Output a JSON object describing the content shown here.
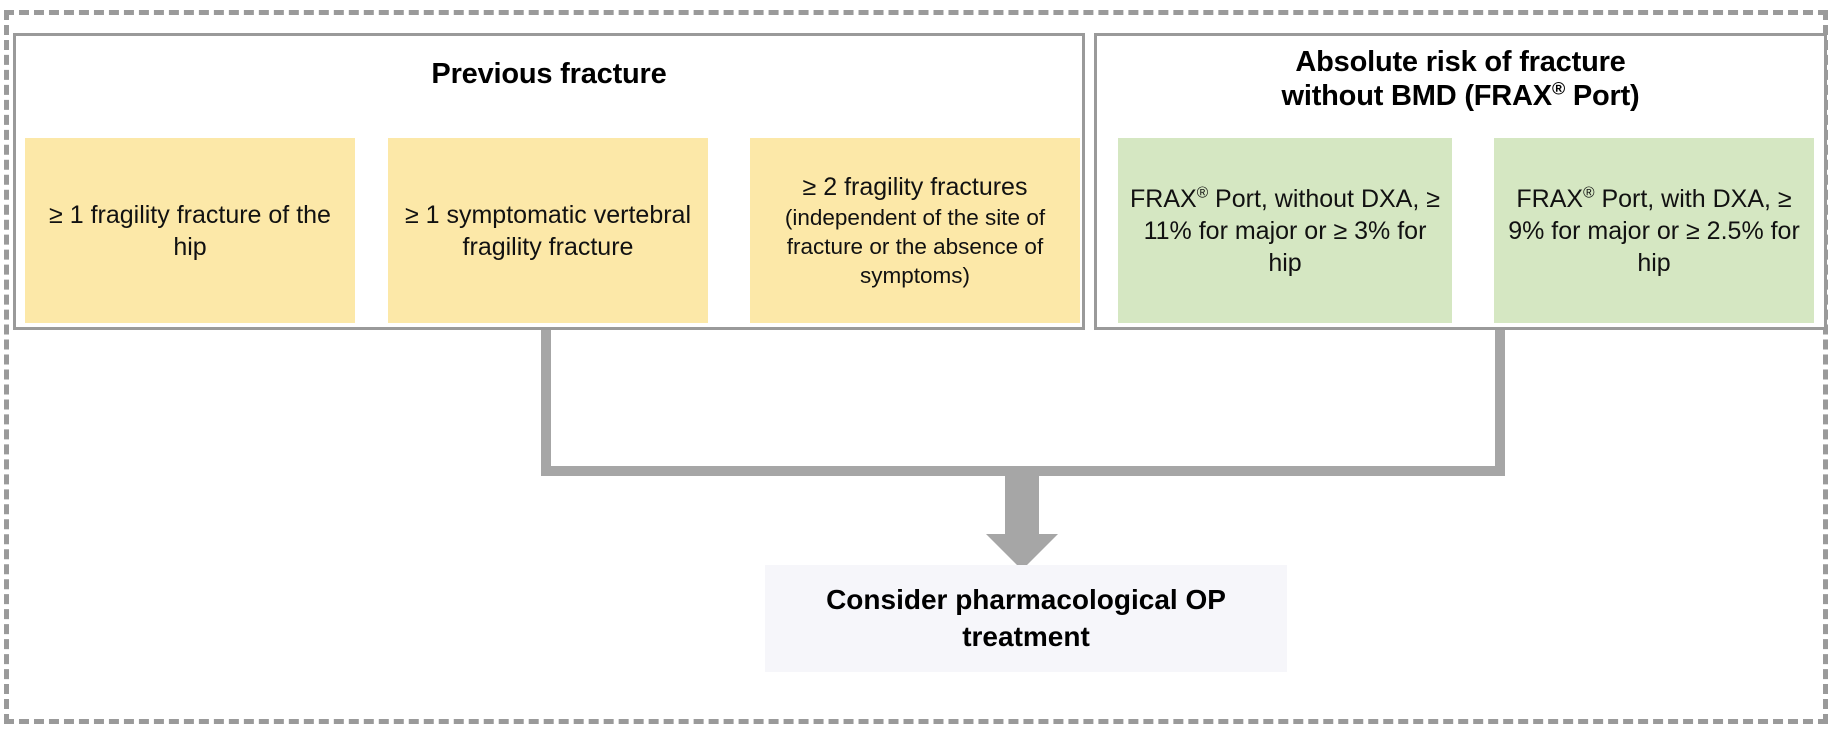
{
  "diagram": {
    "type": "clinical-decision-flowchart",
    "colors": {
      "yellow_box": "#fce8a8",
      "green_box": "#d5e7c2",
      "outcome_box": "#f6f6fa",
      "frame": "#9a9a9a",
      "connector": "#a6a6a6",
      "text": "#000000"
    },
    "panels": [
      {
        "id": "previous-fracture",
        "title": "Previous fracture",
        "box_color": "#fce8a8",
        "criteria": [
          {
            "id": "fragility-fracture-hip",
            "main": "≥ 1 fragility fracture of the hip",
            "note": ""
          },
          {
            "id": "symptomatic-vertebral-fracture",
            "main": "≥ 1 symptomatic vertebral fragility fracture",
            "note": ""
          },
          {
            "id": "two-or-more-fragility-fractures",
            "main": "≥ 2 fragility fractures",
            "note": "(independent of the site of fracture or the absence of symptoms)"
          }
        ]
      },
      {
        "id": "absolute-risk-frax",
        "title_line1": "Absolute risk of fracture",
        "title_line2": "without BMD (FRAX® Port)",
        "box_color": "#d5e7c2",
        "criteria": [
          {
            "id": "frax-without-dxa",
            "main": "FRAX® Port, without DXA, ≥ 11% for major or ≥ 3% for hip",
            "note": ""
          },
          {
            "id": "frax-with-dxa",
            "main": "FRAX® Port, with DXA, ≥ 9% for major or ≥ 2.5% for hip",
            "note": ""
          }
        ]
      }
    ],
    "outcome": {
      "id": "consider-pharmacological-op-treatment",
      "label": "Consider pharmacological OP treatment"
    }
  }
}
